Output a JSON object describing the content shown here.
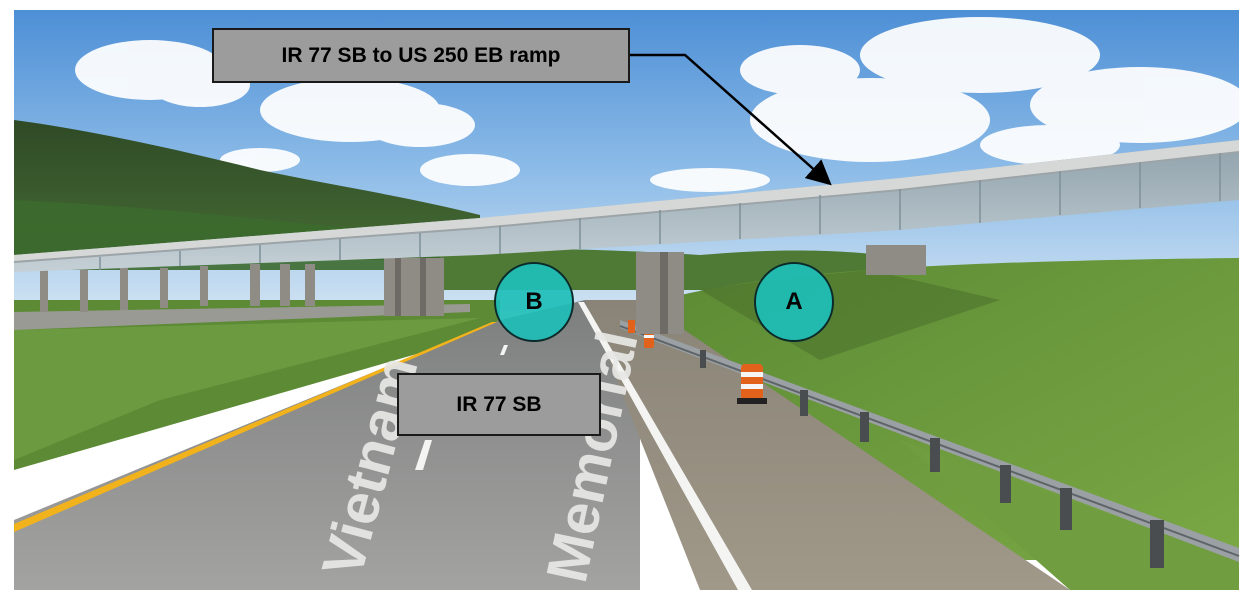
{
  "labels": {
    "ramp": "IR 77 SB to US 250 EB ramp",
    "mainline": "IR 77 SB"
  },
  "markers": {
    "a": "A",
    "b": "B"
  },
  "road_marking": {
    "line1": "Vietnam",
    "line2": "Memorial"
  },
  "colors": {
    "marker_fill": "#1ebeb9",
    "label_fill": "#9c9c9c",
    "sky": "#6aa6df",
    "grass": "#6f9e3f",
    "pavement": "#8c8c8c",
    "bridge": "#b8bdbf",
    "center_line": "#f2b21c"
  }
}
